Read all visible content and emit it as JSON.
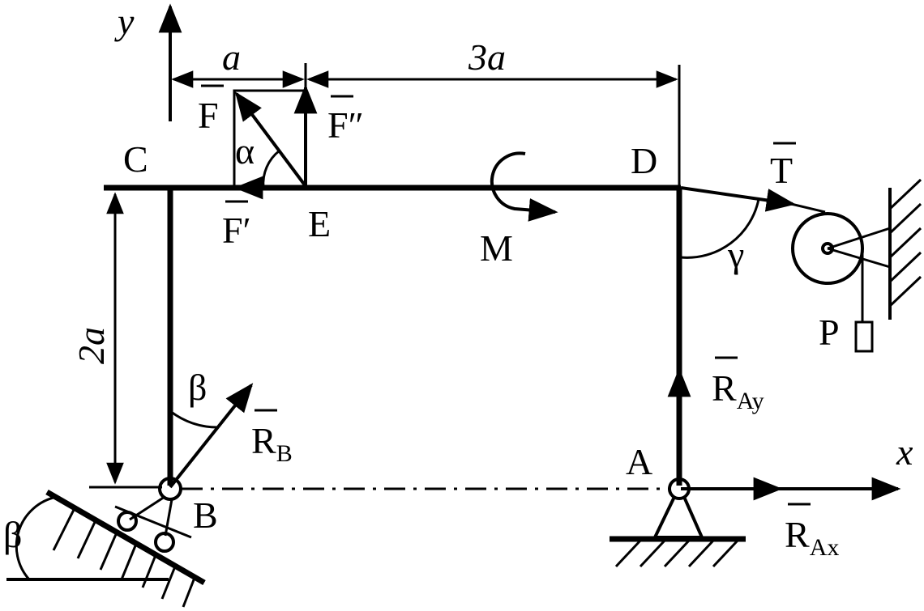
{
  "labels": {
    "y_axis": "y",
    "x_axis": "x",
    "dim_a": "a",
    "dim_3a": "3a",
    "dim_2a": "2a",
    "point_C": "C",
    "point_D": "D",
    "point_E": "E",
    "point_A": "A",
    "point_B": "B",
    "force_F": "F",
    "force_F_double_prime": "F″",
    "force_F_prime": "F′",
    "angle_alpha": "α",
    "moment_M": "M",
    "force_T": "T",
    "angle_gamma": "γ",
    "weight_P": "P",
    "reaction_R": "R",
    "sub_Ay": "Ay",
    "sub_Ax": "Ax",
    "sub_B": "B",
    "angle_beta_member": "β",
    "angle_beta_slope": "β"
  },
  "colors": {
    "ink": "#000000",
    "background": "#ffffff"
  }
}
